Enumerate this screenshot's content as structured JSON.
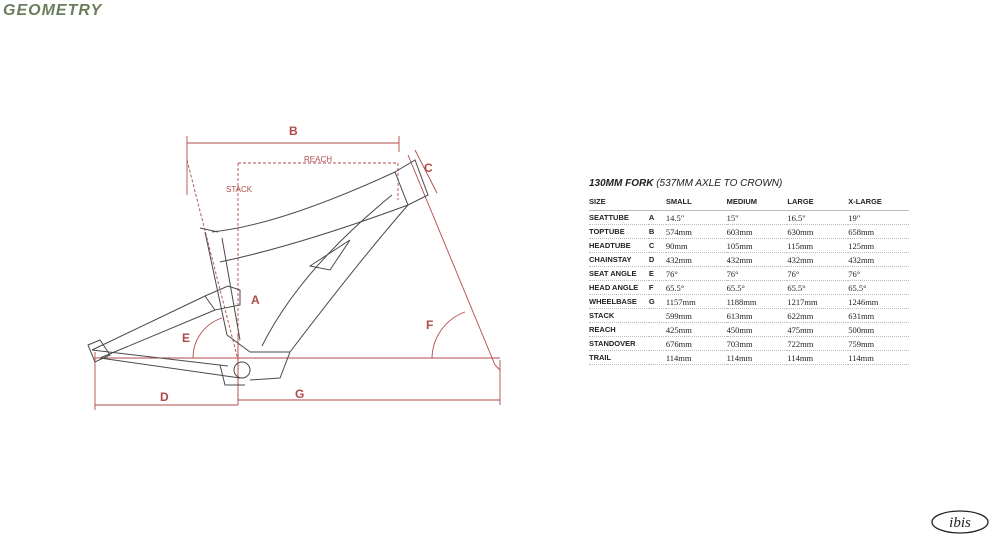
{
  "title": "GEOMETRY",
  "diagram": {
    "labels": {
      "a": "A",
      "b": "B",
      "c": "C",
      "d": "D",
      "e": "E",
      "f": "F",
      "g": "G",
      "reach": "REACH",
      "stack": "STACK"
    },
    "line_color": "#b04a4a",
    "frame_color": "#4a4a4a"
  },
  "table": {
    "fork_title_bold": "130MM FORK",
    "fork_title_rest": " (537MM AXLE TO CROWN)",
    "headers": [
      "SIZE",
      "",
      "SMALL",
      "MEDIUM",
      "LARGE",
      "X-LARGE"
    ],
    "rows": [
      {
        "name": "SEATTUBE",
        "code": "A",
        "values": [
          "14.5\"",
          "15\"",
          "16.5\"",
          "19\""
        ]
      },
      {
        "name": "TOPTUBE",
        "code": "B",
        "values": [
          "574mm",
          "603mm",
          "630mm",
          "658mm"
        ]
      },
      {
        "name": "HEADTUBE",
        "code": "C",
        "values": [
          "90mm",
          "105mm",
          "115mm",
          "125mm"
        ]
      },
      {
        "name": "CHAINSTAY",
        "code": "D",
        "values": [
          "432mm",
          "432mm",
          "432mm",
          "432mm"
        ]
      },
      {
        "name": "SEAT ANGLE",
        "code": "E",
        "values": [
          "76°",
          "76°",
          "76°",
          "76°"
        ]
      },
      {
        "name": "HEAD ANGLE",
        "code": "F",
        "values": [
          "65.5°",
          "65.5°",
          "65.5°",
          "65.5°"
        ]
      },
      {
        "name": "WHEELBASE",
        "code": "G",
        "values": [
          "1157mm",
          "1188mm",
          "1217mm",
          "1246mm"
        ]
      },
      {
        "name": "STACK",
        "code": "",
        "values": [
          "599mm",
          "613mm",
          "622mm",
          "631mm"
        ]
      },
      {
        "name": "REACH",
        "code": "",
        "values": [
          "425mm",
          "450mm",
          "475mm",
          "500mm"
        ]
      },
      {
        "name": "STANDOVER",
        "code": "",
        "values": [
          "676mm",
          "703mm",
          "722mm",
          "759mm"
        ]
      },
      {
        "name": "TRAIL",
        "code": "",
        "values": [
          "114mm",
          "114mm",
          "114mm",
          "114mm"
        ]
      }
    ]
  },
  "logo_text": "ibis"
}
